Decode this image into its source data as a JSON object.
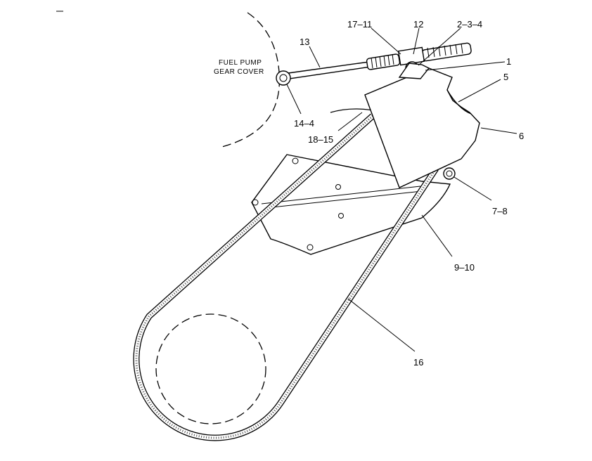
{
  "labels": {
    "fuel_pump": "FUEL PUMP",
    "gear_cover": "GEAR COVER",
    "p13": "13",
    "p17_11": "17–11",
    "p12": "12",
    "p2_3_4": "2–3–4",
    "p1": "1",
    "p5": "5",
    "p6": "6",
    "p14_4": "14–4",
    "p18_15": "18–15",
    "p7_8": "7–8",
    "p9_10": "9–10",
    "p16": "16"
  }
}
